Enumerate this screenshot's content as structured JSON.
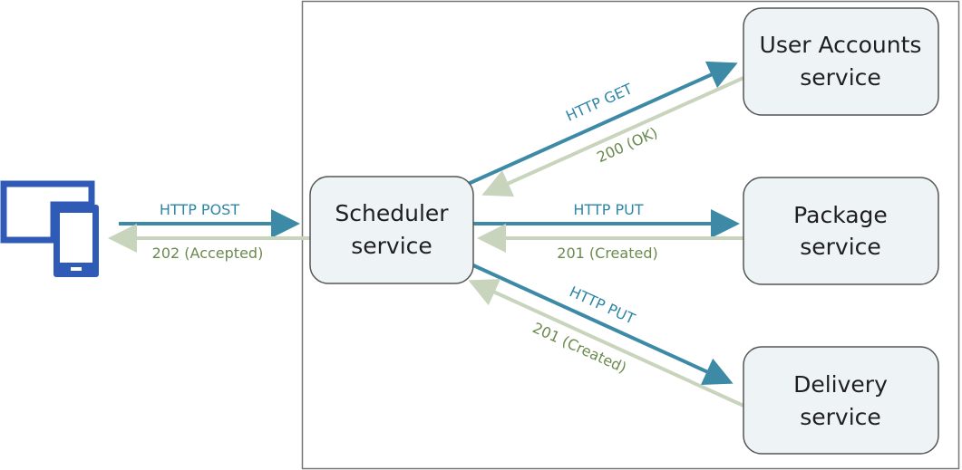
{
  "colors": {
    "request_arrow": "#3d8aa6",
    "response_arrow": "#c9d4bd",
    "request_text": "#2f86a6",
    "response_text": "#6a8a4e",
    "node_fill": "#eef4f6",
    "node_stroke": "#555555",
    "client_icon": "#2f5bb7",
    "boundary": "#777777"
  },
  "client": {
    "icon": "desktop-and-tablet-icon"
  },
  "nodes": {
    "scheduler": {
      "line1": "Scheduler",
      "line2": "service"
    },
    "user_accounts": {
      "line1": "User Accounts",
      "line2": "service"
    },
    "package": {
      "line1": "Package",
      "line2": "service"
    },
    "delivery": {
      "line1": "Delivery",
      "line2": "service"
    }
  },
  "edges": {
    "client_to_scheduler": {
      "request": "HTTP POST",
      "response": "202 (Accepted)"
    },
    "scheduler_to_user_accounts": {
      "request": "HTTP GET",
      "response": "200 (OK)"
    },
    "scheduler_to_package": {
      "request": "HTTP PUT",
      "response": "201 (Created)"
    },
    "scheduler_to_delivery": {
      "request": "HTTP PUT",
      "response": "201 (Created)"
    }
  }
}
